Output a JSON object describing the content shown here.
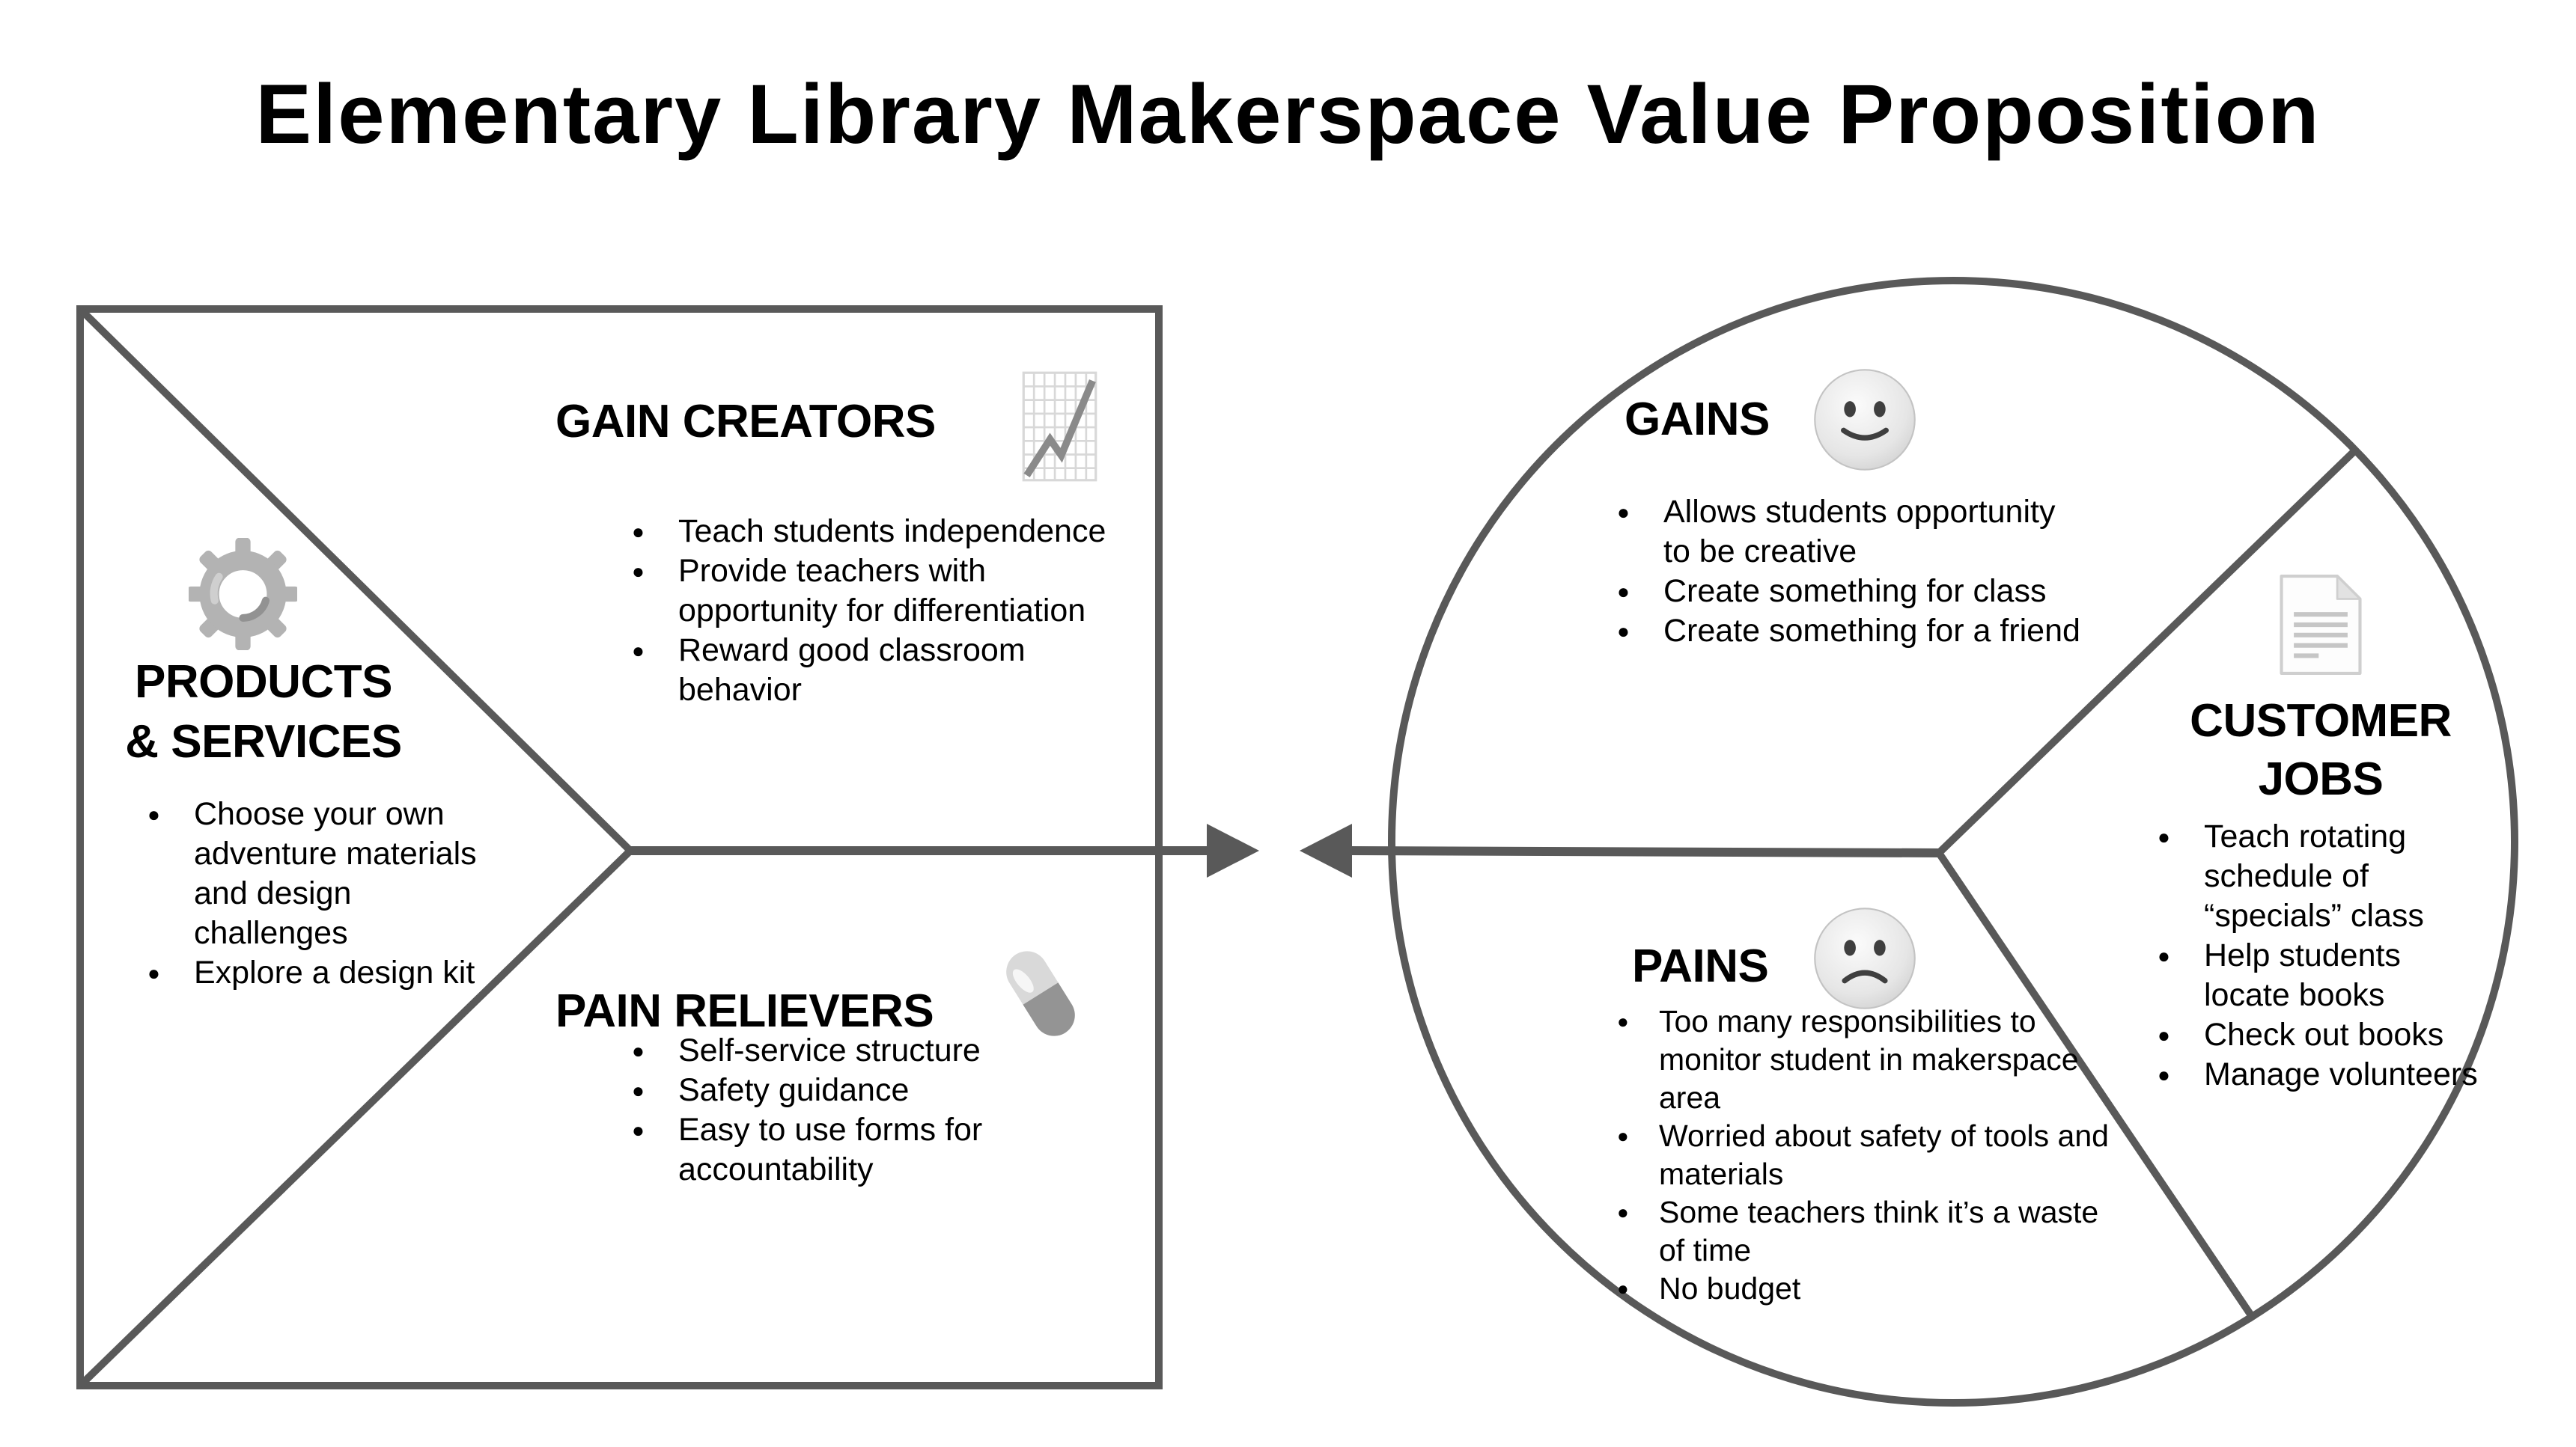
{
  "title": "Elementary Library Makerspace Value Proposition",
  "colors": {
    "line": "#595959",
    "text": "#000000",
    "icon_gray": "#b3b3b3"
  },
  "value_map": {
    "gain_creators": {
      "heading": "GAIN CREATORS",
      "icon": "line-chart-icon",
      "items": [
        "Teach students independence",
        "Provide teachers with\nopportunity for differentiation",
        "Reward good classroom\nbehavior"
      ]
    },
    "products_services": {
      "heading": "PRODUCTS\n& SERVICES",
      "icon": "gear-icon",
      "items": [
        "Choose your own\nadventure materials\nand design\nchallenges",
        "Explore a design kit"
      ]
    },
    "pain_relievers": {
      "heading": "PAIN RELIEVERS",
      "icon": "pill-icon",
      "items": [
        "Self-service structure",
        "Safety guidance",
        "Easy to use forms for\naccountability"
      ]
    }
  },
  "customer_profile": {
    "gains": {
      "heading": "GAINS",
      "icon": "smiling-face-icon",
      "items": [
        "Allows students opportunity\nto be creative",
        "Create something for class",
        "Create something for a friend"
      ]
    },
    "customer_jobs": {
      "heading": "CUSTOMER\nJOBS",
      "icon": "document-icon",
      "items": [
        "Teach rotating\nschedule of\n“specials” class",
        "Help students\nlocate books",
        "Check out books",
        "Manage volunteers"
      ]
    },
    "pains": {
      "heading": "PAINS",
      "icon": "frowning-face-icon",
      "items": [
        "Too many responsibilities to\nmonitor student in makerspace\narea",
        "Worried about safety of tools and\nmaterials",
        "Some teachers think it’s a waste\nof time",
        "No budget"
      ]
    }
  }
}
